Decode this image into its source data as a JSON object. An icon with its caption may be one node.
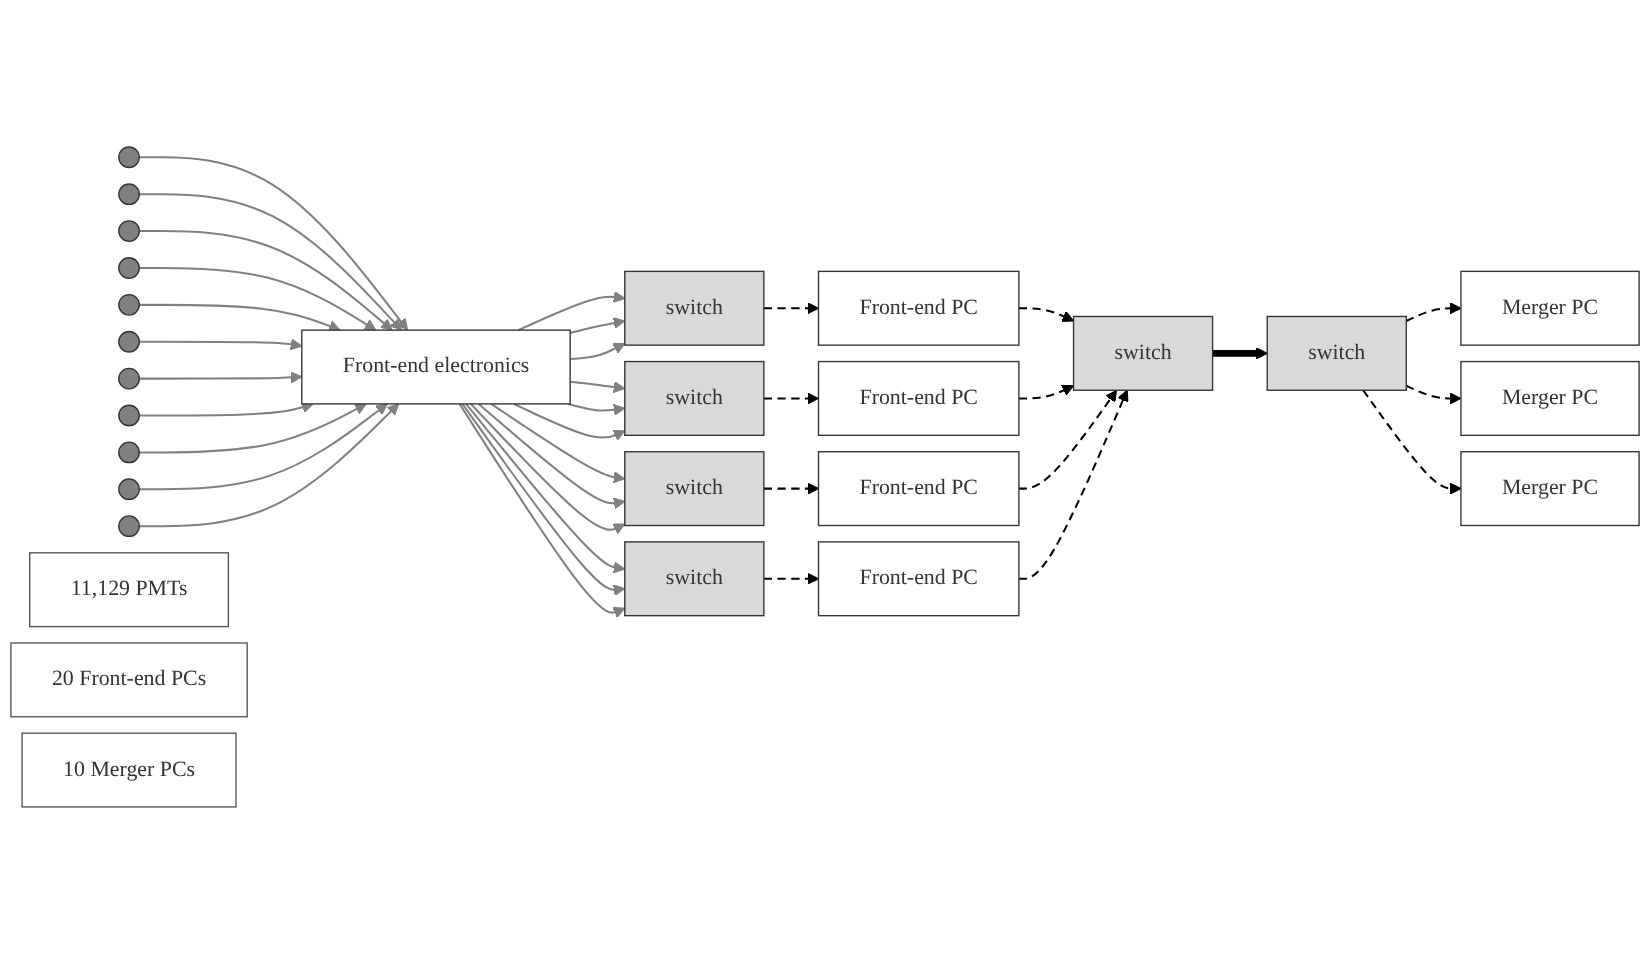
{
  "diagram": {
    "nodes": [
      {
        "text": [],
        "shape": "circle"
      },
      {
        "text": [],
        "shape": "circle"
      },
      {
        "text": [],
        "shape": "circle"
      },
      {
        "text": [],
        "shape": "circle"
      },
      {
        "text": [],
        "shape": "circle"
      },
      {
        "text": [],
        "shape": "circle"
      },
      {
        "text": [],
        "shape": "circle"
      },
      {
        "text": [],
        "shape": "circle"
      },
      {
        "text": [],
        "shape": "circle"
      },
      {
        "text": [],
        "shape": "circle"
      },
      {
        "text": [],
        "shape": "circle"
      },
      {
        "text": [
          "Front-end electronics"
        ]
      },
      {
        "text": [
          "switch"
        ]
      },
      {
        "text": [
          "switch"
        ]
      },
      {
        "text": [
          "switch"
        ]
      },
      {
        "text": [
          "switch"
        ]
      },
      {
        "text": [
          "Front-end PC"
        ]
      },
      {
        "text": [
          "Front-end PC"
        ]
      },
      {
        "text": [
          "Front-end PC"
        ]
      },
      {
        "text": [
          "Front-end PC"
        ]
      },
      {
        "text": [
          "switch"
        ]
      },
      {
        "text": [
          "switch"
        ]
      },
      {
        "text": [
          "Merger PC"
        ]
      },
      {
        "text": [
          "Merger PC"
        ]
      },
      {
        "text": [
          "Merger PC"
        ]
      },
      {
        "text": [
          "11,129 PMTs"
        ]
      },
      {
        "text": [
          "20 Front-end PCs"
        ]
      },
      {
        "text": [
          "10 Merger PCs"
        ]
      }
    ],
    "edges": [
      {
        "from": 0,
        "to": 11,
        "arrow": "to"
      },
      {
        "from": 1,
        "to": 11,
        "arrow": "to"
      },
      {
        "from": 2,
        "to": 11,
        "arrow": "to"
      },
      {
        "from": 3,
        "to": 11,
        "arrow": "to"
      },
      {
        "from": 4,
        "to": 11,
        "arrow": "to"
      },
      {
        "from": 5,
        "to": 11,
        "arrow": "to"
      },
      {
        "from": 6,
        "to": 11,
        "arrow": "to"
      },
      {
        "from": 7,
        "to": 11,
        "arrow": "to"
      },
      {
        "from": 8,
        "to": 11,
        "arrow": "to"
      },
      {
        "from": 9,
        "to": 11,
        "arrow": "to"
      },
      {
        "from": 10,
        "to": 11,
        "arrow": "to"
      },
      {
        "from": 11,
        "to": 12,
        "arrow": "to"
      },
      {
        "from": 11,
        "to": 12,
        "arrow": "to"
      },
      {
        "from": 11,
        "to": 12,
        "arrow": "to"
      },
      {
        "from": 11,
        "to": 13,
        "arrow": "to"
      },
      {
        "from": 11,
        "to": 13,
        "arrow": "to"
      },
      {
        "from": 11,
        "to": 13,
        "arrow": "to"
      },
      {
        "from": 11,
        "to": 14,
        "arrow": "to"
      },
      {
        "from": 11,
        "to": 14,
        "arrow": "to"
      },
      {
        "from": 11,
        "to": 14,
        "arrow": "to"
      },
      {
        "from": 11,
        "to": 15,
        "arrow": "to"
      },
      {
        "from": 11,
        "to": 15,
        "arrow": "to"
      },
      {
        "from": 11,
        "to": 15,
        "arrow": "to"
      },
      {
        "from": 12,
        "to": 16,
        "arrow": "to",
        "style": "dashed",
        "color": "#000000"
      },
      {
        "from": 13,
        "to": 17,
        "arrow": "to",
        "style": "dashed",
        "color": "#000000"
      },
      {
        "from": 14,
        "to": 18,
        "arrow": "to",
        "style": "dashed",
        "color": "#000000"
      },
      {
        "from": 15,
        "to": 19,
        "arrow": "to",
        "style": "dashed",
        "color": "#000000"
      },
      {
        "from": 16,
        "to": 20,
        "arrow": "to",
        "style": "dashed",
        "color": "#000000"
      },
      {
        "from": 17,
        "to": 20,
        "arrow": "to",
        "style": "dashed",
        "color": "#000000"
      },
      {
        "from": 18,
        "to": 20,
        "arrow": "to",
        "style": "dashed",
        "color": "#000000"
      },
      {
        "from": 19,
        "to": 20,
        "arrow": "to",
        "style": "dashed",
        "color": "#000000"
      },
      {
        "from": 20,
        "to": 21,
        "arrow": "to",
        "style": "thick",
        "color": "#000000"
      },
      {
        "from": 21,
        "to": 22,
        "arrow": "to",
        "style": "dashed",
        "color": "#000000"
      },
      {
        "from": 21,
        "to": 23,
        "arrow": "to",
        "style": "dashed",
        "color": "#000000"
      },
      {
        "from": 21,
        "to": 24,
        "arrow": "to",
        "style": "dashed",
        "color": "#000000"
      }
    ]
  }
}
